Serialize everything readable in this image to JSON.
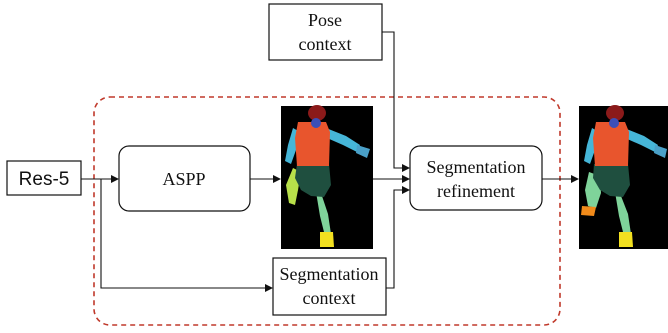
{
  "nodes": {
    "input": {
      "label": "Res-5"
    },
    "aspp": {
      "label": "ASPP"
    },
    "pose_context": {
      "line1": "Pose",
      "line2": "context"
    },
    "segmentation_context": {
      "line1": "Segmentation",
      "line2": "context"
    },
    "segmentation_refinement": {
      "line1": "Segmentation",
      "line2": "refinement"
    }
  },
  "images": {
    "intermediate_parsing": {
      "kind": "human-part-parsing-mask"
    },
    "refined_parsing": {
      "kind": "human-part-parsing-mask"
    }
  },
  "colors": {
    "dashed_frame": "#c0392b",
    "background_mask": "#000000",
    "torso": "#e8552d",
    "head": "#8b1a1a",
    "face": "#3b4fb8",
    "arm": "#46b6d8",
    "hand": "#4aa0c8",
    "shorts": "#1f4f3f",
    "leg": "#7fd39a",
    "leg_left": "#b8e04a",
    "shoe": "#f2e020",
    "shoe_orange": "#f08a1a"
  }
}
